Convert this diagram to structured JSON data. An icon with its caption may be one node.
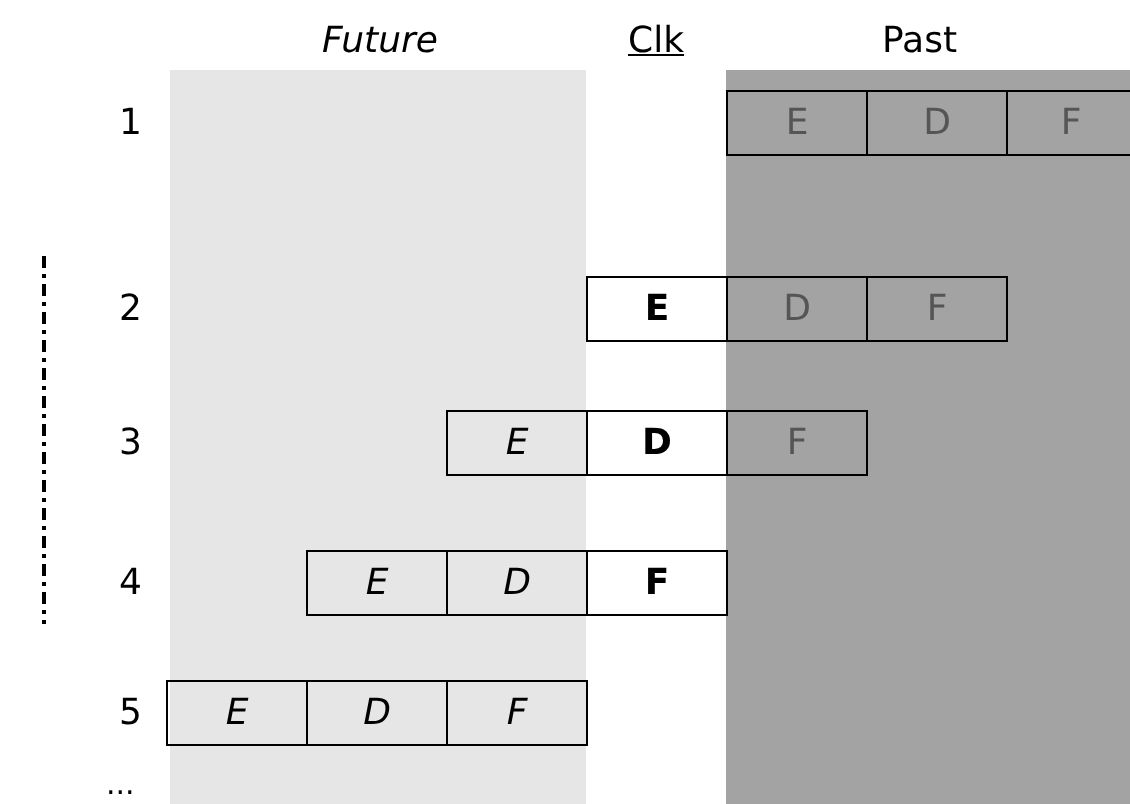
{
  "diagram": {
    "nodes": [
      {
        "text": [
          "E"
        ]
      },
      {
        "text": [
          "D"
        ]
      },
      {
        "text": [
          "F"
        ]
      },
      {
        "text": [
          "E"
        ]
      },
      {
        "text": [
          "D"
        ]
      },
      {
        "text": [
          "F"
        ]
      },
      {
        "text": [
          "E"
        ]
      },
      {
        "text": [
          "D"
        ]
      },
      {
        "text": [
          "F"
        ]
      },
      {
        "text": [
          "E"
        ]
      },
      {
        "text": [
          "D"
        ]
      },
      {
        "text": [
          "F"
        ]
      },
      {
        "text": [
          "E"
        ]
      },
      {
        "text": [
          "D"
        ]
      },
      {
        "text": [
          "F"
        ]
      }
    ],
    "labels": [
      "Future",
      "Clk",
      "Past",
      "1",
      "2",
      "3",
      "4",
      "5",
      "..."
    ]
  }
}
